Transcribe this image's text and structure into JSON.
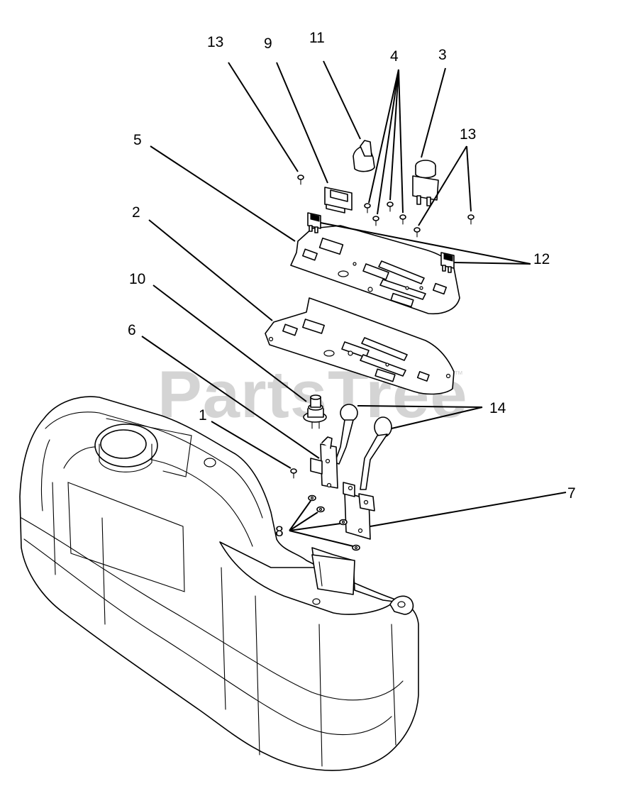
{
  "watermark": {
    "text": "PartsTree",
    "trademark": "™"
  },
  "callouts": {
    "c1": "1",
    "c2": "2",
    "c3": "3",
    "c4": "4",
    "c5": "5",
    "c6": "6",
    "c7": "7",
    "c8": "8",
    "c9": "9",
    "c10": "10",
    "c11": "11",
    "c12": "12",
    "c13a": "13",
    "c13b": "13",
    "c14": "14"
  },
  "colors": {
    "line": "#000000",
    "background": "#ffffff",
    "watermark": "#d4d4d4"
  }
}
